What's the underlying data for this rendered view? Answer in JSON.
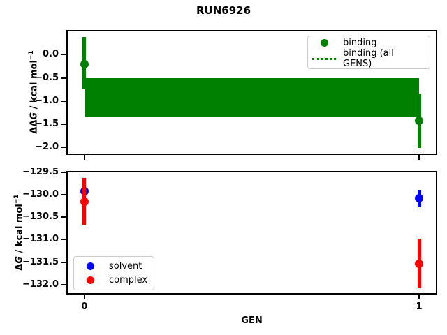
{
  "title": "RUN6926",
  "chart_data": [
    {
      "type": "scatter",
      "ylabel": "ΔΔG / kcal mol⁻¹",
      "ylabel_parts": {
        "prefix": "ΔΔ",
        "symbol": "G",
        "rest": " / kcal mol",
        "exp": "−1"
      },
      "ylim": [
        -2.13,
        0.5
      ],
      "yticks": [
        {
          "v": 0.0,
          "label": "0.0"
        },
        {
          "v": -0.5,
          "label": "−0.5"
        },
        {
          "v": -1.0,
          "label": "−1.0"
        },
        {
          "v": -1.5,
          "label": "−1.5"
        },
        {
          "v": -2.0,
          "label": "−2.0"
        }
      ],
      "xlim": [
        -0.05,
        1.05
      ],
      "xticks": [
        {
          "v": 0,
          "label": "0"
        },
        {
          "v": 1,
          "label": "1"
        }
      ],
      "show_xtick_labels": false,
      "grid": false,
      "series": [
        {
          "name": "binding",
          "color": "#008000",
          "points": [
            {
              "x": 0,
              "y": -0.2,
              "err_hi": 0.38,
              "err_lo": -0.75
            },
            {
              "x": 1,
              "y": -1.42,
              "err_hi": -0.84,
              "err_lo": -2.01
            }
          ]
        }
      ],
      "band": {
        "name": "binding (all GENS)",
        "color": "#008000",
        "line_style": "dotted",
        "x_start": 0,
        "x_end": 1,
        "y_top": -0.5,
        "y_bottom": -1.35,
        "center": -0.92
      },
      "legend": {
        "position": "upper-right",
        "entries": [
          {
            "label": "binding",
            "key": "dot",
            "color": "#008000"
          },
          {
            "label": "binding (all GENS)",
            "key": "dotted-line",
            "color": "#008000"
          }
        ]
      }
    },
    {
      "type": "scatter",
      "ylabel": "ΔG / kcal mol⁻¹",
      "ylabel_parts": {
        "prefix": "Δ",
        "symbol": "G",
        "rest": " / kcal mol",
        "exp": "−1"
      },
      "xlabel": "GEN",
      "ylim": [
        -132.19,
        -129.5
      ],
      "yticks": [
        {
          "v": -129.5,
          "label": "−129.5"
        },
        {
          "v": -130.0,
          "label": "−130.0"
        },
        {
          "v": -130.5,
          "label": "−130.5"
        },
        {
          "v": -131.0,
          "label": "−131.0"
        },
        {
          "v": -131.5,
          "label": "−131.5"
        },
        {
          "v": -132.0,
          "label": "−132.0"
        }
      ],
      "xlim": [
        -0.05,
        1.05
      ],
      "xticks": [
        {
          "v": 0,
          "label": "0"
        },
        {
          "v": 1,
          "label": "1"
        }
      ],
      "show_xtick_labels": true,
      "grid": false,
      "series": [
        {
          "name": "solvent",
          "color": "#0000ff",
          "points": [
            {
              "x": 0,
              "y": -129.92,
              "err_hi": -129.71,
              "err_lo": -130.13
            },
            {
              "x": 1,
              "y": -130.07,
              "err_hi": -129.89,
              "err_lo": -130.28
            }
          ]
        },
        {
          "name": "complex",
          "color": "#ff0000",
          "points": [
            {
              "x": 0,
              "y": -130.16,
              "err_hi": -129.63,
              "err_lo": -130.68
            },
            {
              "x": 1,
              "y": -131.53,
              "err_hi": -130.98,
              "err_lo": -132.08
            }
          ]
        }
      ],
      "legend": {
        "position": "lower-left",
        "entries": [
          {
            "label": "solvent",
            "key": "dot",
            "color": "#0000ff"
          },
          {
            "label": "complex",
            "key": "dot",
            "color": "#ff0000"
          }
        ]
      }
    }
  ]
}
